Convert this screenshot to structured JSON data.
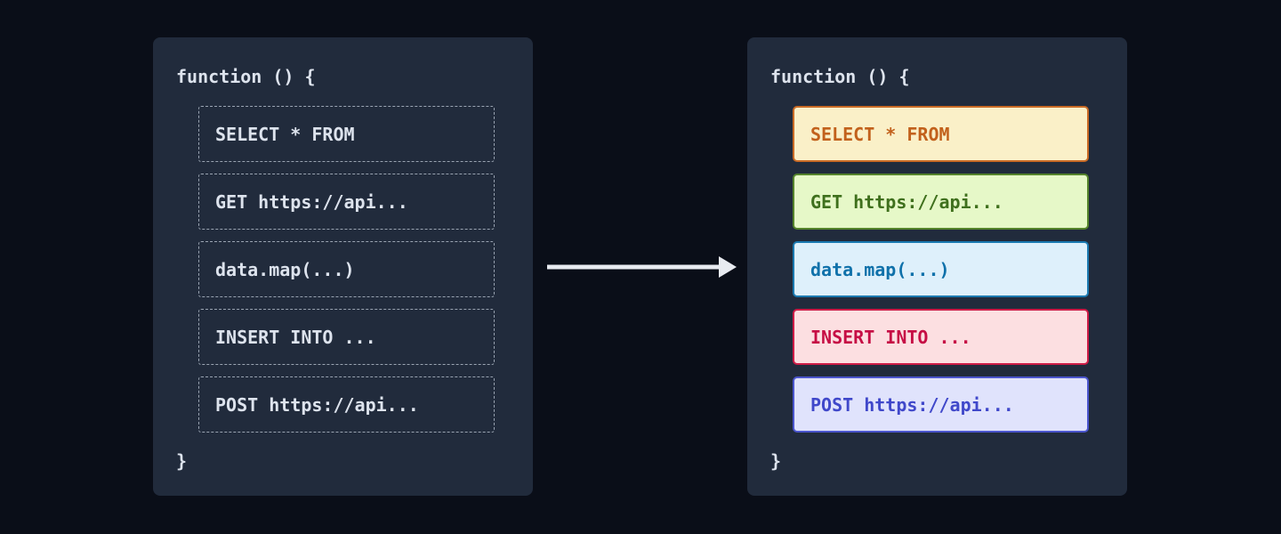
{
  "colors": {
    "page_bg": "#0a0e18",
    "panel_bg": "#212b3c",
    "code_text": "#dde3ed",
    "dashed_border": "#9aa4b2",
    "arrow": "#e8ebf1"
  },
  "arrow": {
    "direction": "right"
  },
  "panels": {
    "before": {
      "header": "function () {",
      "footer": "}",
      "items": [
        {
          "label": "SELECT * FROM"
        },
        {
          "label": "GET https://api..."
        },
        {
          "label": "data.map(...)"
        },
        {
          "label": "INSERT INTO ..."
        },
        {
          "label": "POST https://api..."
        }
      ]
    },
    "after": {
      "header": "function () {",
      "footer": "}",
      "items": [
        {
          "label": "SELECT * FROM",
          "bg": "#faf0c8",
          "border": "#c96a25",
          "text_color": "#c2611c"
        },
        {
          "label": "GET https://api...",
          "bg": "#e6f8c8",
          "border": "#55842c",
          "text_color": "#3f701d"
        },
        {
          "label": "data.map(...)",
          "bg": "#def0fb",
          "border": "#1b79b0",
          "text_color": "#0f71aa"
        },
        {
          "label": "INSERT INTO ...",
          "bg": "#fcdfe1",
          "border": "#cd1c47",
          "text_color": "#c60e45"
        },
        {
          "label": "POST https://api...",
          "bg": "#e0e3fc",
          "border": "#4b55cd",
          "text_color": "#4048ca"
        }
      ]
    }
  }
}
